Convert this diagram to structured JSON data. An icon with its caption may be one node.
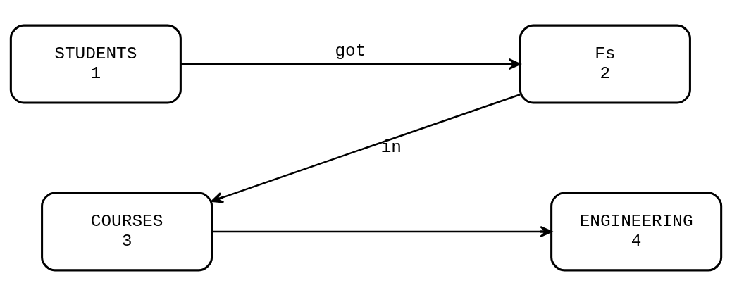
{
  "diagram": {
    "nodes": [
      {
        "text": [
          "STUDENTS 1"
        ]
      },
      {
        "text": [
          "Fs 2"
        ]
      },
      {
        "text": [
          "COURSES 3"
        ]
      },
      {
        "text": [
          "ENGINEERING 4"
        ]
      }
    ],
    "edges": [
      {
        "from": 0,
        "to": 1,
        "arrow": "to",
        "label": "got"
      },
      {
        "from": 1,
        "to": 2,
        "arrow": "to",
        "label": "in"
      },
      {
        "from": 2,
        "to": 3,
        "arrow": "to"
      }
    ]
  }
}
